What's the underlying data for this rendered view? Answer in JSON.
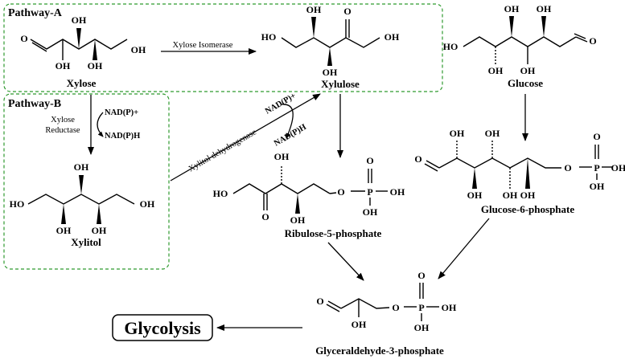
{
  "pathways": {
    "a_label": "Pathway-A",
    "b_label": "Pathway-B"
  },
  "enzymes": {
    "xylose_isomerase": "Xylose Isomerase",
    "xylose_reductase_1": "Xylose",
    "xylose_reductase_2": "Reductase",
    "xylitol_dehydrogenase": "Xylitol dehydrogenase"
  },
  "cofactors": {
    "nadp_plus_b": "NAD(P)+",
    "nadph_b": "NAD(P)H",
    "nadp_plus_xdh": "NAD(P)+",
    "nadph_xdh": "NAD(P)H"
  },
  "molecules": {
    "xylose": "Xylose",
    "xylulose": "Xylulose",
    "glucose": "Glucose",
    "xylitol": "Xylitol",
    "ribulose5p": "Ribulose-5-phosphate",
    "glucose6p": "Glucose-6-phosphate",
    "g3p": "Glyceraldehyde-3-phosphate"
  },
  "atoms": {
    "oh": "OH",
    "ho": "HO",
    "o": "O",
    "p": "P"
  },
  "glycolysis": "Glycolysis",
  "colors": {
    "pathway_box": "#2f9a2f",
    "ink": "#000000"
  }
}
